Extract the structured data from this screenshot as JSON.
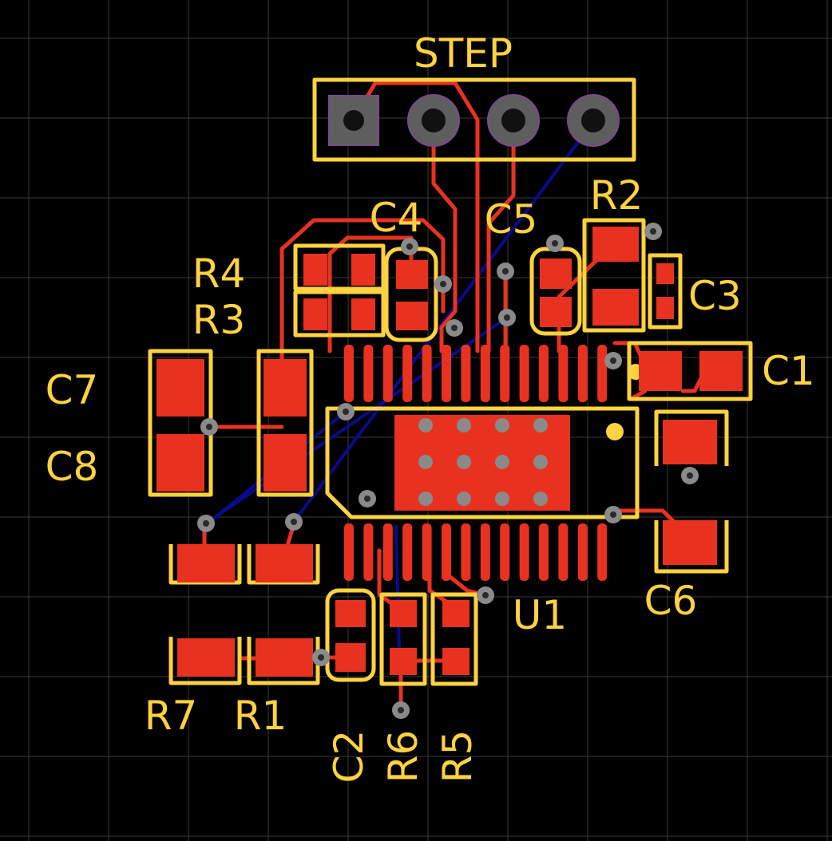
{
  "board": {
    "colors": {
      "background": "#000000",
      "grid": "#6b6b6b",
      "copper_top": "#E8321F",
      "copper_bottom": "#0A0A8C",
      "silkscreen": "#FFD23F",
      "via": "#8A8A8A",
      "pin1_pad": "#5E5E5E"
    },
    "connector": {
      "ref": "STEP"
    },
    "labels": {
      "c1": "C1",
      "c2": "C2",
      "c3": "C3",
      "c4": "C4",
      "c5": "C5",
      "c6": "C6",
      "c7": "C7",
      "c8": "C8",
      "r1": "R1",
      "r2": "R2",
      "r3": "R3",
      "r4": "R4",
      "r5": "R5",
      "r6": "R6",
      "r7": "R7",
      "u1": "U1"
    }
  }
}
